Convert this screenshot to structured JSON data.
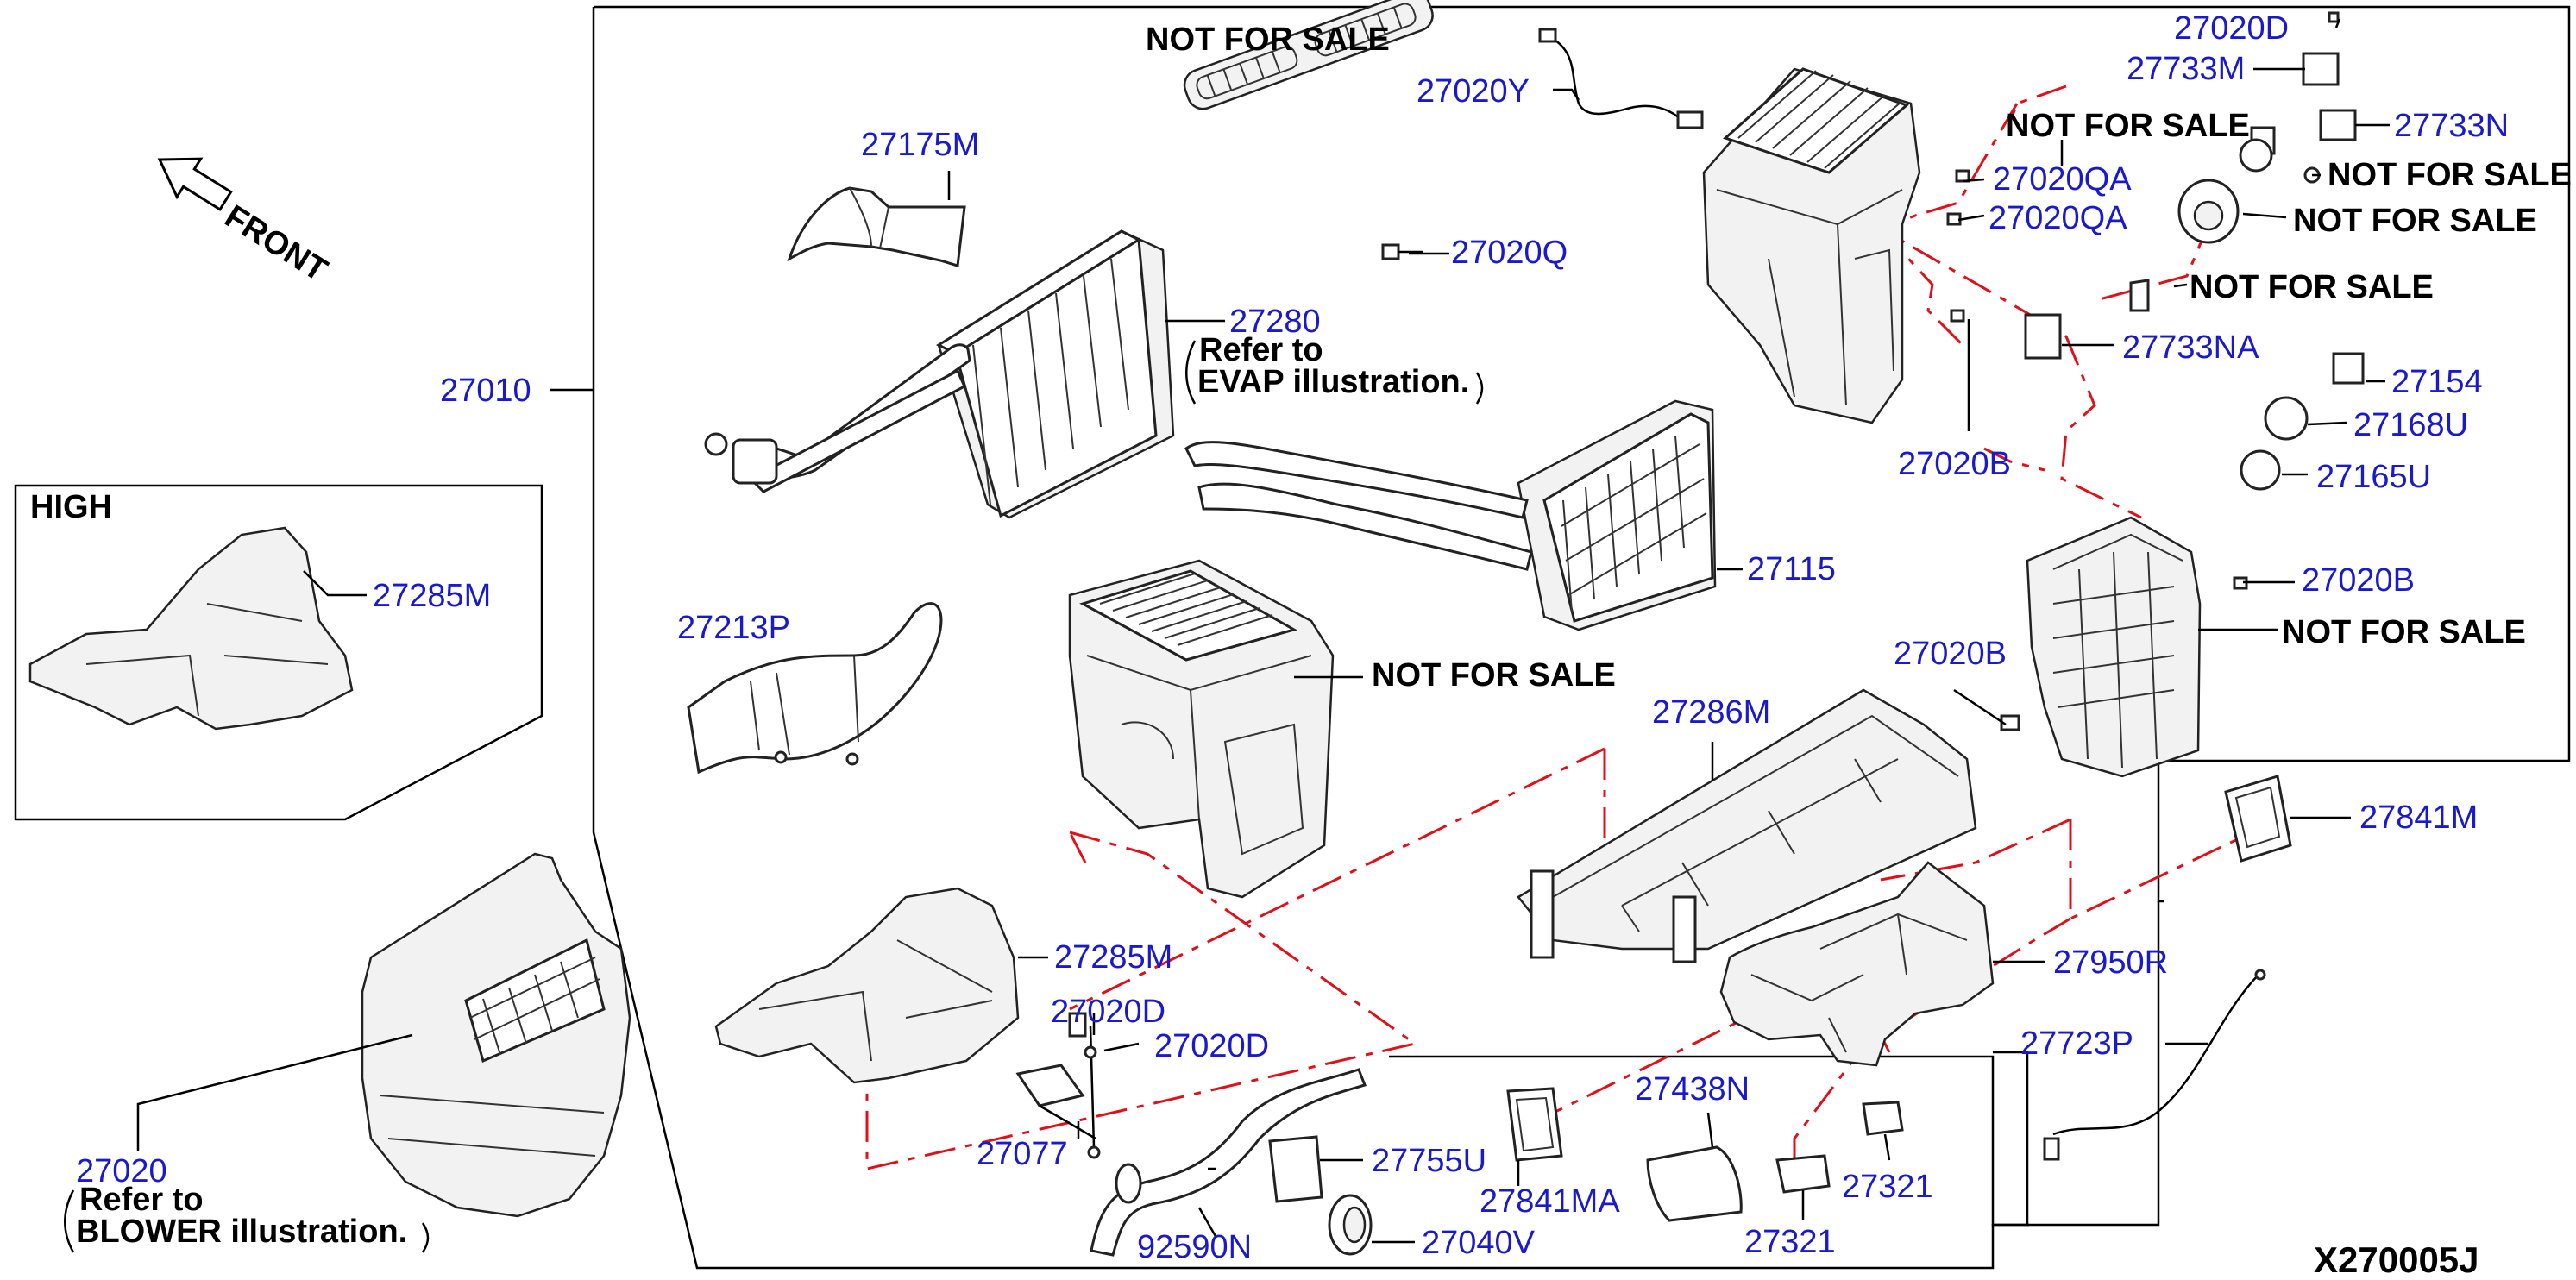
{
  "labels": {
    "nfs_top": "NOT FOR SALE",
    "p27020Y": "27020Y",
    "p27175M": "27175M",
    "front": "FRONT",
    "p27020Q": "27020Q",
    "p27280": "27280",
    "evap_ref1": "Refer to",
    "evap_ref2": "EVAP illustration.",
    "p27010": "27010",
    "high": "HIGH",
    "p27285M_high": "27285M",
    "p27213P": "27213P",
    "nfs_mid": "NOT FOR SALE",
    "p27115": "27115",
    "p27286M": "27286M",
    "p27020B_mid": "27020B",
    "nfs_right": "NOT FOR SALE",
    "p27020D_top": "27020D",
    "p27733M": "27733M",
    "nfs_upper": "NOT FOR SALE",
    "p27733N": "27733N",
    "nfs_r1": "NOT FOR SALE",
    "p27020QA_1": "27020QA",
    "p27020QA_2": "27020QA",
    "nfs_r2": "NOT FOR SALE",
    "nfs_r3": "NOT FOR SALE",
    "p27733NA": "27733NA",
    "p27154": "27154",
    "p27168U": "27168U",
    "p27020B_top": "27020B",
    "p27165U": "27165U",
    "p27020B_r": "27020B",
    "p27841M": "27841M",
    "p27950R": "27950R",
    "p27723P": "27723P",
    "p27285M": "27285M",
    "p27020D_a": "27020D",
    "p27020D_b": "27020D",
    "p27077": "27077",
    "p27755U": "27755U",
    "p27040V": "27040V",
    "p92590N": "92590N",
    "p27841MA": "27841MA",
    "p27438N": "27438N",
    "p27321_a": "27321",
    "p27321_b": "27321",
    "p27020": "27020",
    "blower_ref1": "Refer to",
    "blower_ref2": "BLOWER illustration.",
    "diagram_id": "X270005J"
  }
}
